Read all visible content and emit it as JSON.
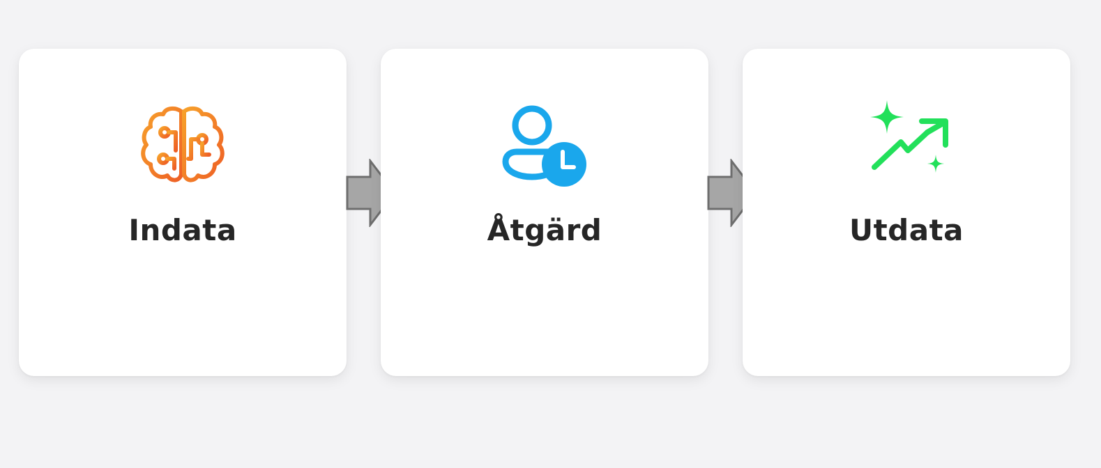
{
  "steps": [
    {
      "label": "Indata",
      "icon": "brain-circuit-icon",
      "color": "#f0892a"
    },
    {
      "label": "Åtgärd",
      "icon": "user-clock-icon",
      "color": "#1aa7ec"
    },
    {
      "label": "Utdata",
      "icon": "trending-up-sparkles-icon",
      "color": "#22e05a"
    }
  ],
  "connectors": [
    {
      "icon": "arrow-right-icon",
      "color": "#a6a6a6"
    },
    {
      "icon": "arrow-right-icon",
      "color": "#a6a6a6"
    }
  ]
}
